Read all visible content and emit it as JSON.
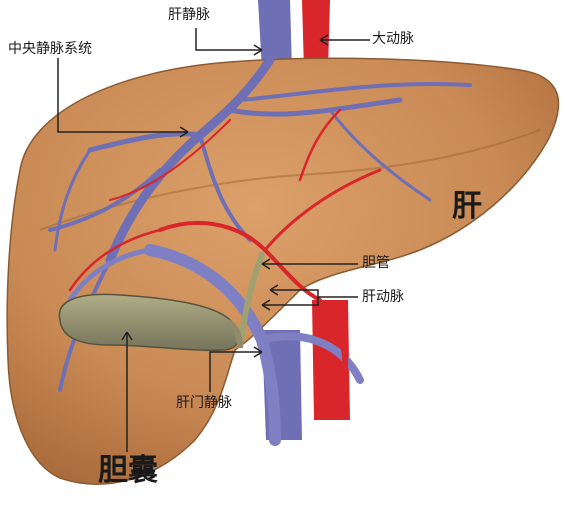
{
  "labels": {
    "hepatic_vein": "肝静脉",
    "aorta": "大动脉",
    "central_vein_system": "中央静脉系统",
    "liver": "肝",
    "bile_duct": "胆管",
    "hepatic_artery": "肝动脉",
    "portal_vein": "肝门静脉",
    "gallbladder": "胆囊"
  },
  "colors": {
    "liver": "#c98a55",
    "liver_dark": "#a8693a",
    "vein": "#6f6fb5",
    "artery": "#d8262a",
    "bile_duct": "#a0a070",
    "gallbladder": "#8e8c6a",
    "arrow": "#ffffff",
    "arrow_outline": "#222222"
  }
}
